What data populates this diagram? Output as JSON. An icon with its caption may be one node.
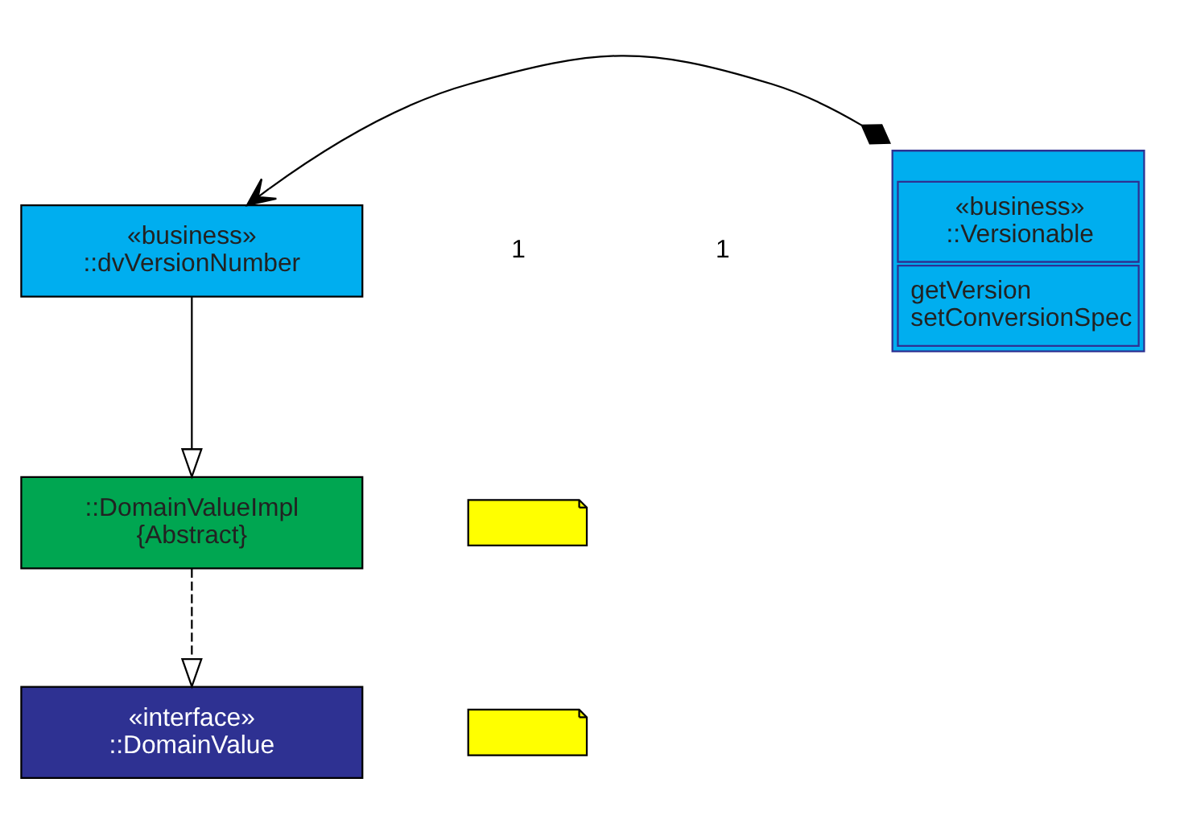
{
  "diagram": {
    "nodes": [
      {
        "text": [
          "«interface»",
          "::DomainValue"
        ]
      },
      {
        "text": [],
        "shape": "note"
      },
      {
        "text": [
          "::DomainValueImpl",
          "{Abstract}"
        ]
      },
      {
        "text": [],
        "shape": "note"
      },
      {
        "text": [
          "«business»",
          "::dvVersionNumber"
        ]
      },
      {
        "text": [
          "«business»",
          "::Versionable",
          "getVersion",
          "setConversionSpec"
        ]
      }
    ],
    "edges": [
      {
        "from": 2,
        "to": 0,
        "arrow": "to",
        "style": "dashed"
      },
      {
        "from": 4,
        "to": 2,
        "arrow": "to"
      },
      {
        "from": 5,
        "to": 4,
        "arrow": "to"
      }
    ],
    "labels": [
      "1",
      "1"
    ]
  }
}
